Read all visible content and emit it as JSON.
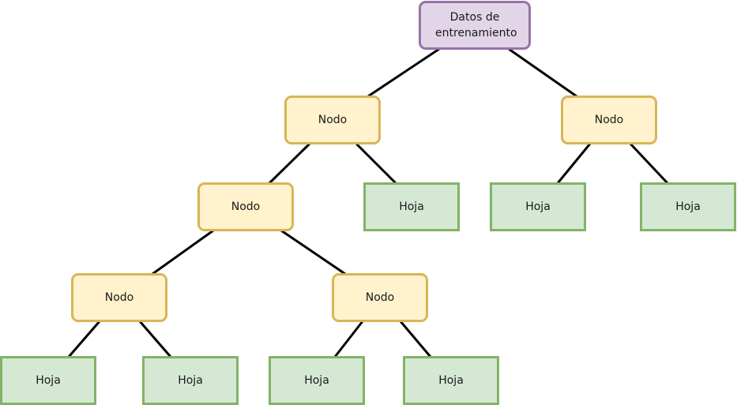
{
  "root": {
    "label": "Datos de entrenamiento"
  },
  "nodes": [
    "Nodo",
    "Nodo",
    "Nodo",
    "Nodo",
    "Nodo"
  ],
  "leaves": [
    "Hoja",
    "Hoja",
    "Hoja",
    "Hoja",
    "Hoja",
    "Hoja",
    "Hoja"
  ],
  "colors": {
    "root_fill": "#e1d5e7",
    "root_border": "#9673a6",
    "node_fill": "#fff2cc",
    "node_border": "#d6b656",
    "leaf_fill": "#d5e8d4",
    "leaf_border": "#82b366"
  }
}
